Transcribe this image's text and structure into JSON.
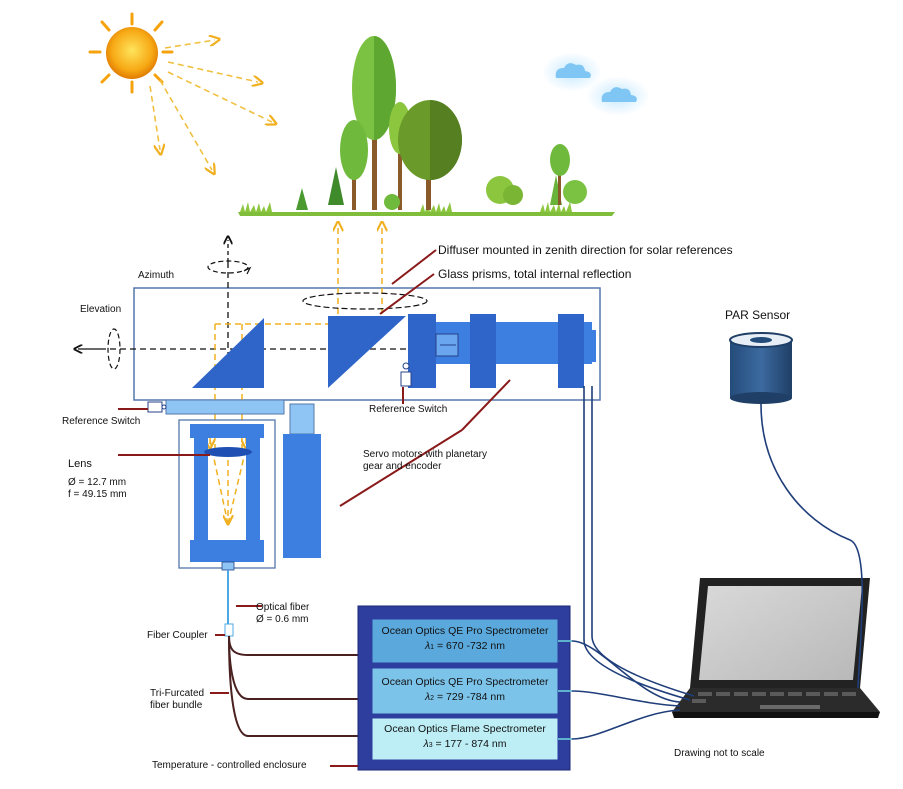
{
  "labels": {
    "diffuser": "Diffuser mounted in zenith direction for solar references",
    "prisms": "Glass prisms, total internal reflection",
    "azimuth": "Azimuth",
    "elevation": "Elevation",
    "reference_switch_left": "Reference Switch",
    "reference_switch_right": "Reference Switch",
    "servo_line1": "Servo motors with planetary",
    "servo_line2": "gear and encoder",
    "lens_title": "Lens",
    "lens_diameter": "Ø = 12.7 mm",
    "lens_focal": "f = 49.15 mm",
    "optical_fiber_line1": "Optical fiber",
    "optical_fiber_line2": "Ø = 0.6 mm",
    "fiber_coupler": "Fiber Coupler",
    "trifurcated_line1": "Tri-Furcated",
    "trifurcated_line2": "fiber bundle",
    "temperature": "Temperature - controlled enclosure",
    "par_sensor": "PAR Sensor",
    "scale_note": "Drawing not to scale"
  },
  "spectrometers": [
    {
      "name": "Ocean Optics QE Pro Spectrometer",
      "lambda_sub": "1",
      "range": "= 670 -732 nm"
    },
    {
      "name": "Ocean Optics QE Pro Spectrometer",
      "lambda_sub": "2",
      "range": "= 729 -784 nm"
    },
    {
      "name": "Ocean Optics Flame Spectrometer",
      "lambda_sub": "3",
      "range": "= 177 - 874 nm"
    }
  ],
  "colors": {
    "part_blue": "#3d7fe0",
    "part_blue_light": "#6aa6f0",
    "prism_blue": "#2f65c8",
    "frame": "#5577aa",
    "enclosure": "#2d3e9e",
    "spec1": "#5aa8dc",
    "spec2": "#7cc3ea",
    "spec3": "#bdeef5",
    "ray": "#f0b020",
    "leader": "#8a1a1a",
    "cable": "#1f3e7a",
    "fiber": "#4a2020",
    "sun": "#f5a30c"
  },
  "icons": [
    "sun-icon",
    "cloud-icon",
    "tree-icon",
    "par-sensor-icon",
    "laptop-icon",
    "lens-icon",
    "prism-icon"
  ]
}
